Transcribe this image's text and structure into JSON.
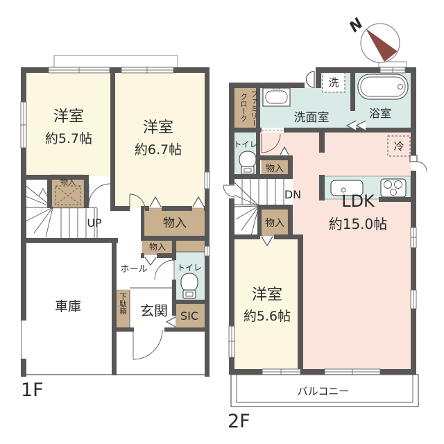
{
  "title": "2-story house floor plan",
  "colors": {
    "wall": "#595656",
    "room_cream": "#FBF7E1",
    "closet_tan": "#C9B190",
    "wet_blue": "#D9EAE7",
    "ldk_pink": "#FAE4DC",
    "compass_red": "#8D4A45",
    "text": "#2a2a2a",
    "frame": "#6e6e6e"
  },
  "compass": {
    "north": "N"
  },
  "floor1": {
    "label": "1F",
    "bedroom1_name": "洋室",
    "bedroom1_size": "約5.7帖",
    "bedroom2_name": "洋室",
    "bedroom2_size": "約6.7帖",
    "stair_closet": "物入",
    "up": "UP",
    "closet_a": "物入",
    "closet_b": "物入",
    "toilet": "トイレ",
    "hall": "ホール",
    "garage": "車庫",
    "shoe_cabinet": "下駄箱",
    "entrance": "玄関",
    "sic": "SIC"
  },
  "floor2": {
    "label": "2F",
    "family_closet_col1": "ファミリー",
    "family_closet_col2": "クローク",
    "washroom": "洗面室",
    "laundry": "洗",
    "bath": "浴室",
    "toilet": "トイレ",
    "closet_a": "物入",
    "dn": "DN",
    "closet_b": "物入",
    "fridge": "冷",
    "ldk_name": "LDK",
    "ldk_size": "約15.0帖",
    "bedroom3_name": "洋室",
    "bedroom3_size": "約5.6帖",
    "balcony": "バルコニー"
  }
}
